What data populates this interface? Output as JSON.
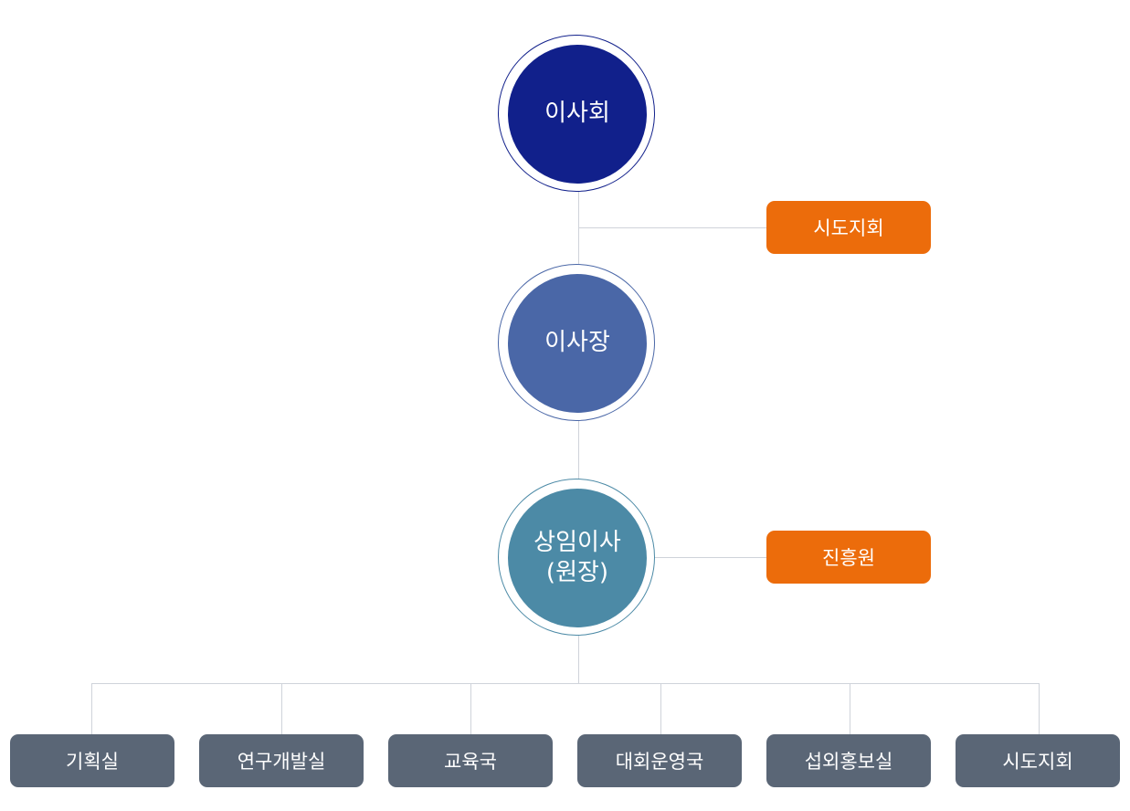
{
  "board": {
    "label": "이사회",
    "color": "#11208b"
  },
  "chairman": {
    "label": "이사장",
    "color": "#4a67a7"
  },
  "director": {
    "label_line1": "상임이사",
    "label_line2": "(원장)",
    "color": "#4c8aa6"
  },
  "side_units": [
    {
      "label": "시도지회"
    },
    {
      "label": "진흥원"
    }
  ],
  "departments": [
    {
      "label": "기획실"
    },
    {
      "label": "연구개발실"
    },
    {
      "label": "교육국"
    },
    {
      "label": "대회운영국"
    },
    {
      "label": "섭외홍보실"
    },
    {
      "label": "시도지회"
    }
  ],
  "colors": {
    "side_unit": "#ec6c0b",
    "department": "#5a6676",
    "connector": "#cfd3da"
  }
}
